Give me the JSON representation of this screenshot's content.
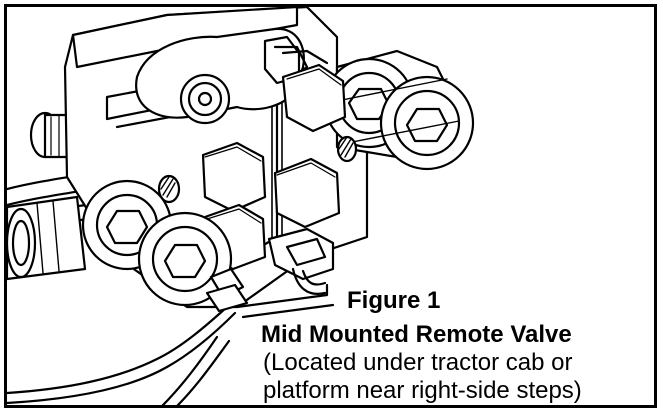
{
  "figure": {
    "title": "Figure 1",
    "name": "Mid Mounted Remote Valve",
    "note_line1": "(Located under tractor cab or",
    "note_line2": "platform near right-side steps)"
  },
  "illustration": {
    "subject": "remote-valve-assembly",
    "line_color": "#000000",
    "fill_color": "#ffffff"
  }
}
